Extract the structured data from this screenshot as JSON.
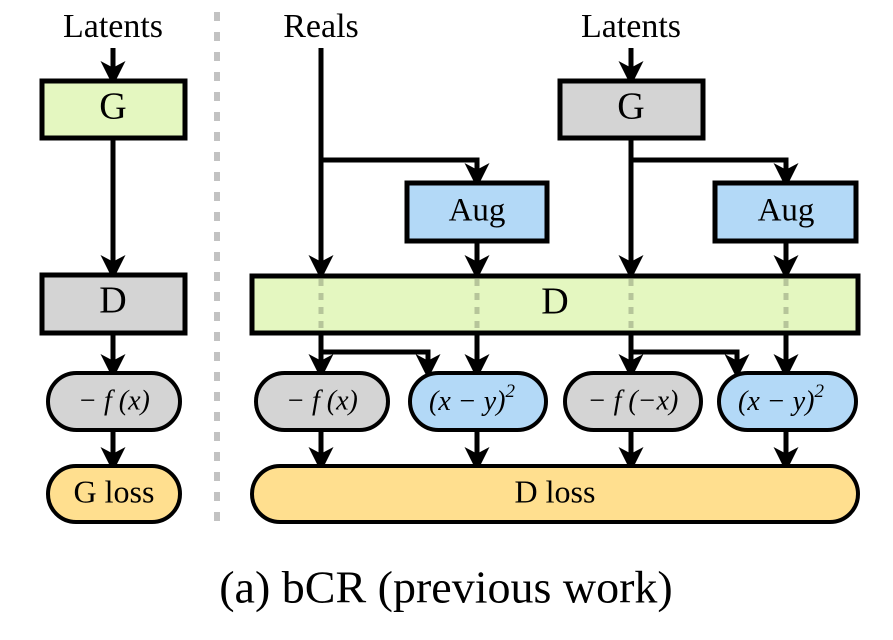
{
  "figure": {
    "caption": "(a) bCR (previous work)",
    "colors": {
      "green": "#e4f7c0",
      "gray": "#d4d4d4",
      "blue": "#b3d9f7",
      "yellow": "#ffdf8f",
      "outline": "#000000",
      "divider": "#c2c2c2",
      "dotted_guide": "#b6c59a"
    }
  },
  "left_panel": {
    "name": "generator-path",
    "source_label": "Latents",
    "generator_label": "G",
    "discriminator_label": "D",
    "loss_term_label": "− f (x)",
    "output_label": "G loss"
  },
  "right_panel": {
    "name": "discriminator-path",
    "source_reals_label": "Reals",
    "source_latents_label": "Latents",
    "generator_label": "G",
    "aug_left_label": "Aug",
    "aug_right_label": "Aug",
    "discriminator_label": "D",
    "loss_terms": [
      {
        "id": "real-f-x",
        "text": "− f (x)",
        "fill": "gray"
      },
      {
        "id": "real-consistency",
        "base": "(x − y)",
        "exponent": "2",
        "fill": "blue"
      },
      {
        "id": "fake-f-neg-x",
        "text": "− f (−x)",
        "fill": "gray"
      },
      {
        "id": "fake-consistency",
        "base": "(x − y)",
        "exponent": "2",
        "fill": "blue"
      }
    ],
    "output_label": "D loss"
  }
}
